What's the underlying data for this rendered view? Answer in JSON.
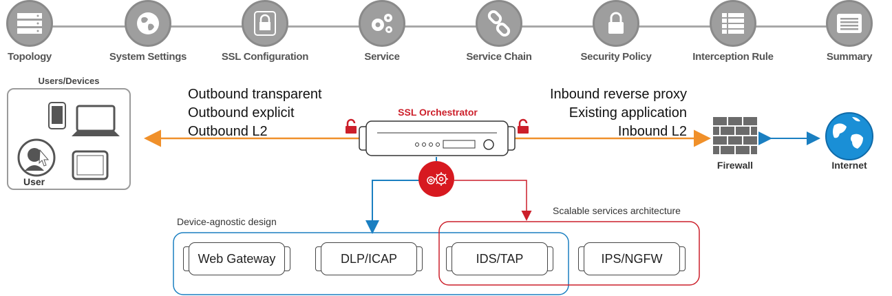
{
  "steps": [
    {
      "label": "Topology",
      "icon": "server-rack-icon"
    },
    {
      "label": "System Settings",
      "icon": "globe-icon"
    },
    {
      "label": "SSL Configuration",
      "icon": "lock-icon"
    },
    {
      "label": "Service",
      "icon": "gears-icon"
    },
    {
      "label": "Service Chain",
      "icon": "chain-link-icon"
    },
    {
      "label": "Security Policy",
      "icon": "padlock-icon"
    },
    {
      "label": "Interception Rule",
      "icon": "list-icon"
    },
    {
      "label": "Summary",
      "icon": "document-icon"
    }
  ],
  "users_box": {
    "title": "Users/Devices",
    "user_label": "User"
  },
  "outbound": [
    "Outbound transparent",
    "Outbound explicit",
    "Outbound L2"
  ],
  "inbound": [
    "Inbound reverse proxy",
    "Existing application",
    "Inbound L2"
  ],
  "orchestrator_label": "SSL Orchestrator",
  "firewall_label": "Firewall",
  "internet_label": "Internet",
  "device_agnostic_label": "Device-agnostic design",
  "scalable_label": "Scalable services architecture",
  "services": [
    "Web Gateway",
    "DLP/ICAP",
    "IDS/TAP",
    "IPS/NGFW"
  ],
  "colors": {
    "orange": "#f0902a",
    "blue": "#1a7fc1",
    "red": "#cc1f2a",
    "step_gray": "#9e9e9e"
  }
}
